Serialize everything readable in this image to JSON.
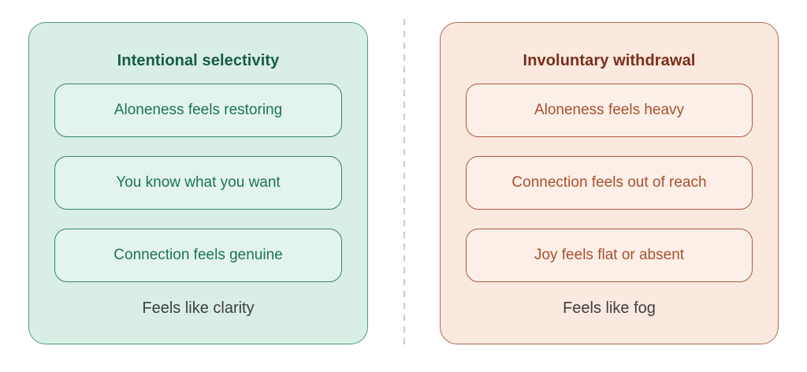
{
  "panels": [
    {
      "title": "Intentional selectivity",
      "items": [
        "Aloneness feels restoring",
        "You know what you want",
        "Connection feels genuine"
      ],
      "footer": "Feels like clarity",
      "colors": {
        "panel-bg": "#d9eee5",
        "panel-border": "#55997e",
        "card-bg": "#e3f4ec",
        "card-border": "#35836a",
        "card-text": "#1d7258",
        "title-color": "#165d49"
      }
    },
    {
      "title": "Involuntary withdrawal",
      "items": [
        "Aloneness feels heavy",
        "Connection feels out of reach",
        "Joy feels flat or absent"
      ],
      "footer": "Feels like fog",
      "colors": {
        "panel-bg": "#fbe9e0",
        "panel-border": "#b26a50",
        "card-bg": "#fcefe8",
        "card-border": "#ad5a3c",
        "card-text": "#a8502e",
        "title-color": "#7b2d18"
      }
    }
  ],
  "divider": {
    "color": "#c9c9c9",
    "style": "dashed"
  },
  "footer_text_color": "#3e3e3e"
}
